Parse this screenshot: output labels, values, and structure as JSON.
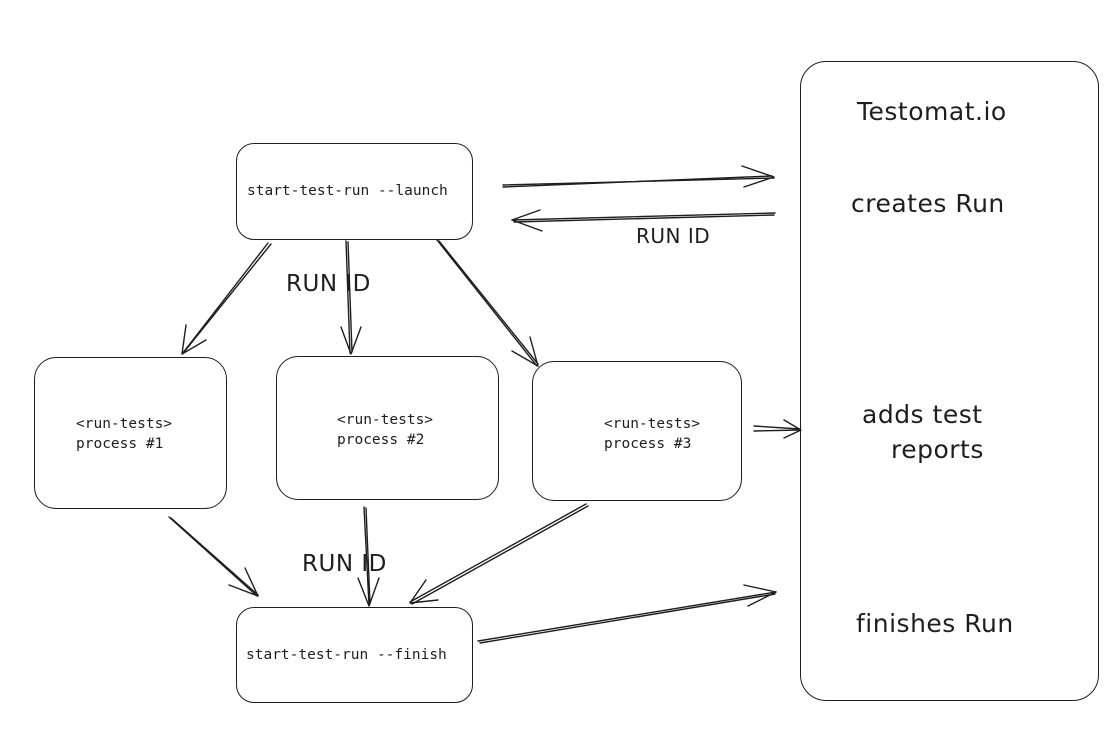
{
  "launch_box": {
    "text": "start-test-run --launch"
  },
  "process_boxes": [
    {
      "line1": "<run-tests>",
      "line2": "process #1"
    },
    {
      "line1": "<run-tests>",
      "line2": "process #2"
    },
    {
      "line1": "<run-tests>",
      "line2": "process #3"
    }
  ],
  "finish_box": {
    "text": "start-test-run --finish"
  },
  "service_panel": {
    "title": "Testomat.io",
    "steps": [
      "creates Run",
      "adds test",
      "reports",
      "finishes Run"
    ]
  },
  "edge_labels": {
    "run_id_return": "RUN ID",
    "run_id_launch": "RUN ID",
    "run_id_finish": "RUN ID"
  }
}
